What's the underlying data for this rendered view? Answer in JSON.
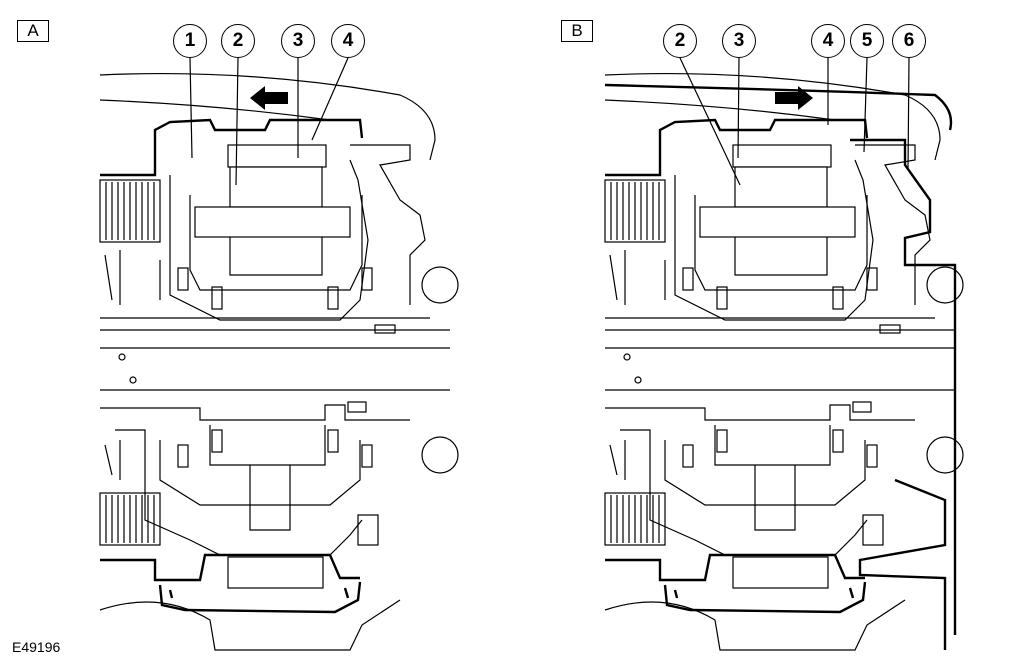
{
  "figure_id": "E49196",
  "panels": [
    {
      "label": "A",
      "callouts": [
        "1",
        "2",
        "3",
        "4"
      ],
      "arrow_direction": "left"
    },
    {
      "label": "B",
      "callouts": [
        "2",
        "3",
        "4",
        "5",
        "6"
      ],
      "arrow_direction": "right"
    }
  ]
}
